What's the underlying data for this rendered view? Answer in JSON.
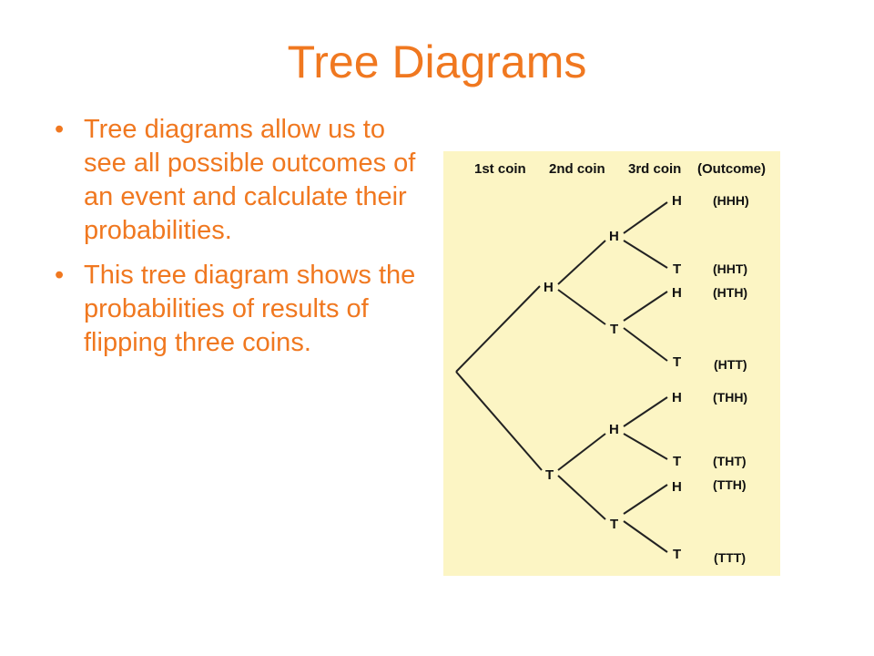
{
  "title": "Tree Diagrams",
  "bullets": [
    "Tree diagrams allow us to see all possible outcomes of an event and calculate their probabilities.",
    "This tree diagram shows the probabilities of results of flipping three coins."
  ],
  "bullet_marker": "•",
  "diagram": {
    "headers": [
      "1st coin",
      "2nd coin",
      "3rd coin",
      "(Outcome)"
    ],
    "first_coin": [
      "H",
      "T"
    ],
    "second_coin": [
      "H",
      "T",
      "H",
      "T"
    ],
    "third_coin": [
      "H",
      "T",
      "H",
      "T",
      "H",
      "T",
      "H",
      "T"
    ],
    "outcomes": [
      "(HHH)",
      "(HHT)",
      "(HTH)",
      "(HTT)",
      "(THH)",
      "(THT)",
      "(TTH)",
      "(TTT)"
    ]
  },
  "colors": {
    "title": "#f07820",
    "text": "#f07820",
    "panel_background": "#fcf5c4",
    "lines": "#222222"
  }
}
